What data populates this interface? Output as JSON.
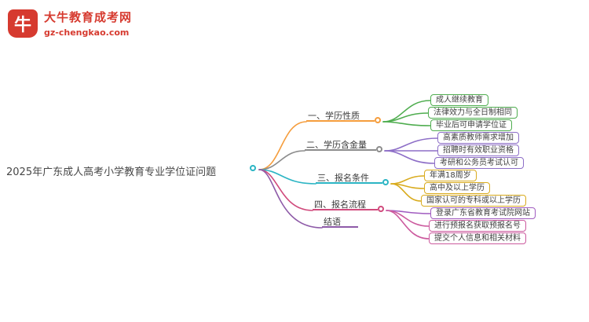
{
  "logo": {
    "icon": "bull-icon",
    "icon_glyph": "牛",
    "title": "大牛教育成考网",
    "subtitle": "gz-chengkao.com"
  },
  "root": {
    "label": "2025年广东成人高考小学教育专业学位证问题"
  },
  "branches": [
    {
      "label": "一、学历性质",
      "color": "#f59d3d",
      "children": [
        {
          "label": "成人继续教育",
          "color": "#4fad4f"
        },
        {
          "label": "法律效力与全日制相同",
          "color": "#4fad4f"
        },
        {
          "label": "毕业后可申请学位证",
          "color": "#4fad4f"
        }
      ]
    },
    {
      "label": "二、学历含金量",
      "color": "#8c8c8c",
      "children": [
        {
          "label": "高素质教师需求增加",
          "color": "#8d6ec7"
        },
        {
          "label": "招聘时有效职业资格",
          "color": "#8d6ec7"
        },
        {
          "label": "考研和公务员考试认可",
          "color": "#8d6ec7"
        }
      ]
    },
    {
      "label": "三、报名条件",
      "color": "#2cb5c4",
      "children": [
        {
          "label": "年满18周岁",
          "color": "#d9ab1e"
        },
        {
          "label": "高中及以上学历",
          "color": "#d9ab1e"
        },
        {
          "label": "国家认可的专科或以上学历",
          "color": "#d9ab1e"
        }
      ]
    },
    {
      "label": "四、报名流程",
      "color": "#d04a7c",
      "children": [
        {
          "label": "登录广东省教育考试院网站",
          "color": "#a05cc0"
        },
        {
          "label": "进行预报名获取预报名号",
          "color": "#cc5a9e"
        },
        {
          "label": "提交个人信息和相关材料",
          "color": "#cc5a9e"
        }
      ]
    },
    {
      "label": "结语",
      "color": "#8e5ba8",
      "children": []
    }
  ],
  "palette": {
    "brand_red": "#d63a2f",
    "root_node": "#2cb5c4",
    "branch_1": "#f59d3d",
    "branch_2": "#8c8c8c",
    "branch_3": "#2cb5c4",
    "branch_4": "#d04a7c",
    "branch_conclusion": "#8e5ba8",
    "leaf_green": "#4fad4f",
    "leaf_purple": "#8d6ec7",
    "leaf_yellow": "#d9ab1e",
    "leaf_violet": "#a05cc0",
    "leaf_magenta": "#cc5a9e"
  }
}
